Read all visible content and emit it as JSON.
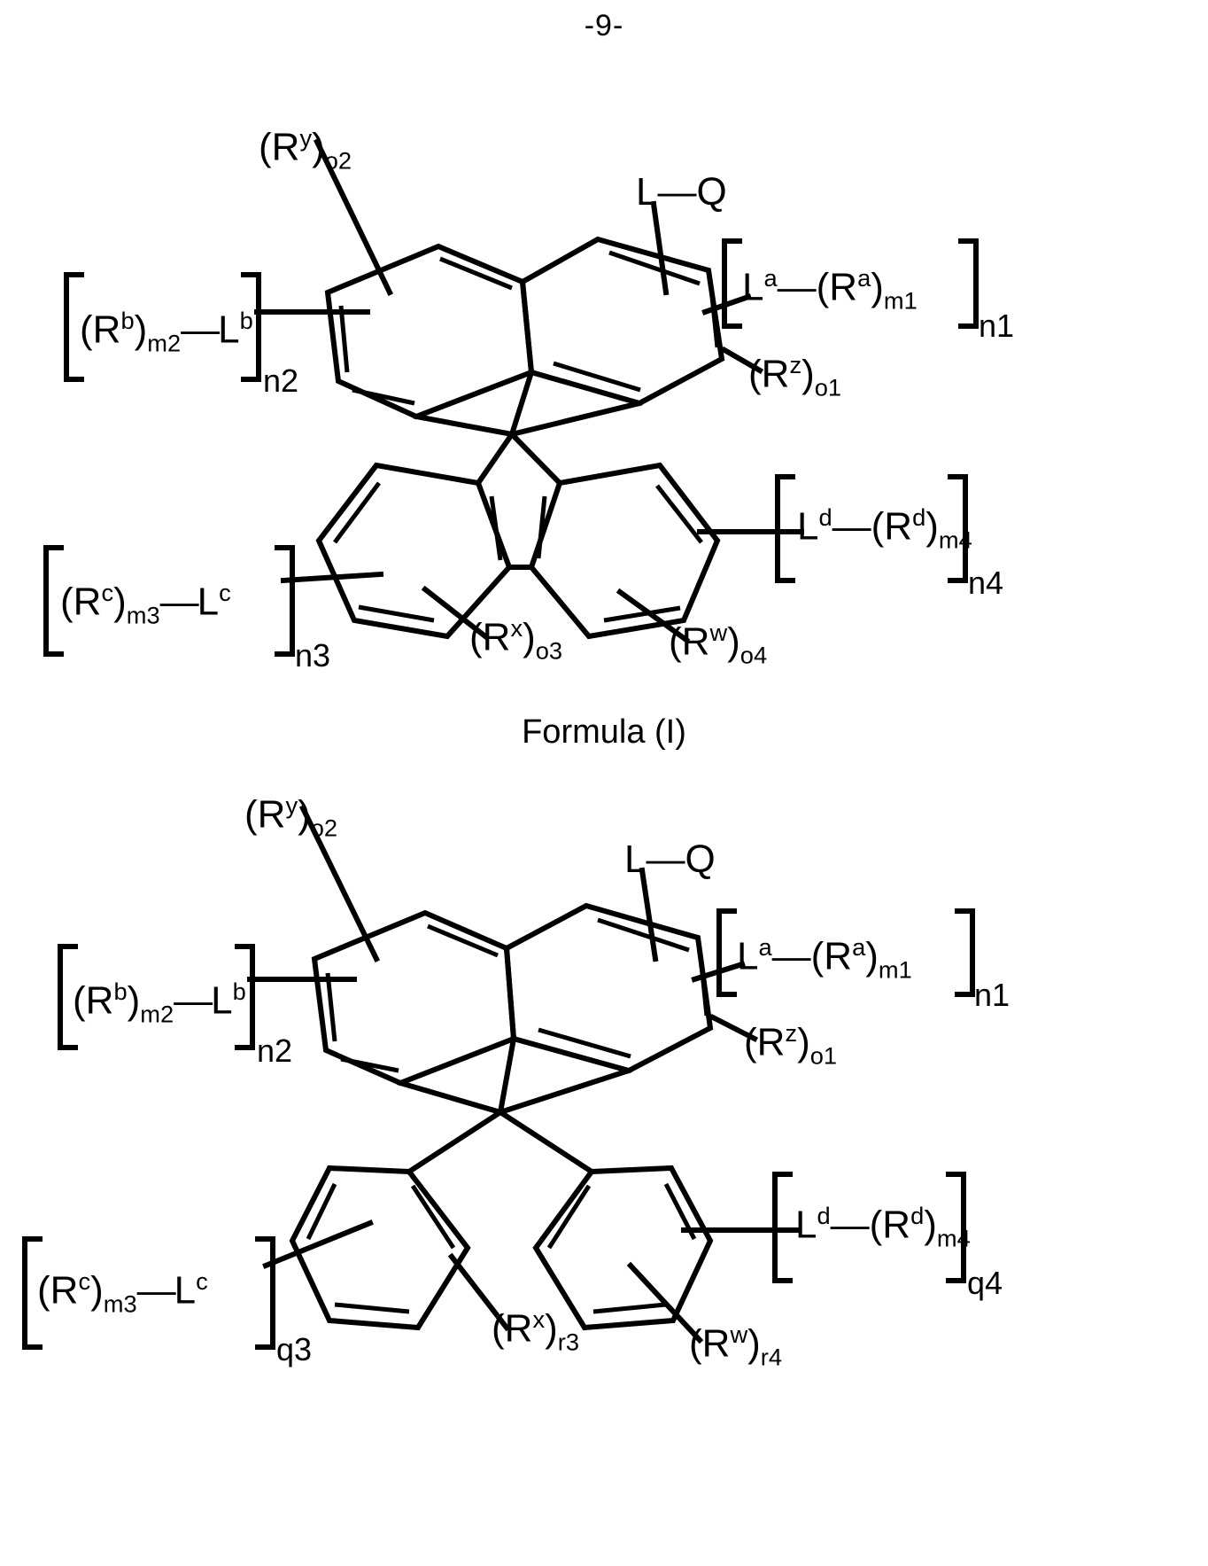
{
  "document": {
    "page_number": "-9-",
    "type": "patent-chemical-structure-page"
  },
  "formula1": {
    "caption": "Formula (I)",
    "core": "spirobifluorene",
    "labels": {
      "ry": "(R",
      "ry_sup": "y",
      "ry_close": ")",
      "ry_sub": "o2",
      "l_q_l": "L",
      "l_q_dash": "—",
      "l_q_q": "Q",
      "la": "L",
      "la_sup": "a",
      "la_dash": "—",
      "ra": "(R",
      "ra_sup": "a",
      "ra_close": ")",
      "ra_sub": "m1",
      "n1": "n1",
      "rb": "(R",
      "rb_sup": "b",
      "rb_close": ")",
      "rb_sub": "m2",
      "lb": "L",
      "lb_sup": "b",
      "n2": "n2",
      "rz": "(R",
      "rz_sup": "z",
      "rz_close": ")",
      "rz_sub": "o1",
      "rc": "(R",
      "rc_sup": "c",
      "rc_close": ")",
      "rc_sub": "m3",
      "lc": "L",
      "lc_sup": "c",
      "n3": "n3",
      "ld": "L",
      "ld_sup": "d",
      "ld_dash": "—",
      "rd": "(R",
      "rd_sup": "d",
      "rd_close": ")",
      "rd_sub": "m4",
      "n4": "n4",
      "rx": "(R",
      "rx_sup": "x",
      "rx_close": ")",
      "rx_sub": "o3",
      "rw": "(R",
      "rw_sup": "w",
      "rw_close": ")",
      "rw_sub": "o4"
    }
  },
  "formula2": {
    "caption": "",
    "core": "9,9-diphenylfluorene",
    "labels": {
      "ry": "(R",
      "ry_sup": "y",
      "ry_close": ")",
      "ry_sub": "o2",
      "l_q_l": "L",
      "l_q_dash": "—",
      "l_q_q": "Q",
      "la": "L",
      "la_sup": "a",
      "la_dash": "—",
      "ra": "(R",
      "ra_sup": "a",
      "ra_close": ")",
      "ra_sub": "m1",
      "n1": "n1",
      "rb": "(R",
      "rb_sup": "b",
      "rb_close": ")",
      "rb_sub": "m2",
      "lb": "L",
      "lb_sup": "b",
      "n2": "n2",
      "rz": "(R",
      "rz_sup": "z",
      "rz_close": ")",
      "rz_sub": "o1",
      "rc": "(R",
      "rc_sup": "c",
      "rc_close": ")",
      "rc_sub": "m3",
      "lc": "L",
      "lc_sup": "c",
      "q3": "q3",
      "ld": "L",
      "ld_sup": "d",
      "ld_dash": "—",
      "rd": "(R",
      "rd_sup": "d",
      "rd_close": ")",
      "rd_sub": "m4",
      "q4": "q4",
      "rx": "(R",
      "rx_sup": "x",
      "rx_close": ")",
      "rx_sub": "r3",
      "rw": "(R",
      "rw_sup": "w",
      "rw_close": ")",
      "rw_sub": "r4"
    }
  },
  "colors": {
    "ink": "#000000",
    "background": "#ffffff"
  }
}
